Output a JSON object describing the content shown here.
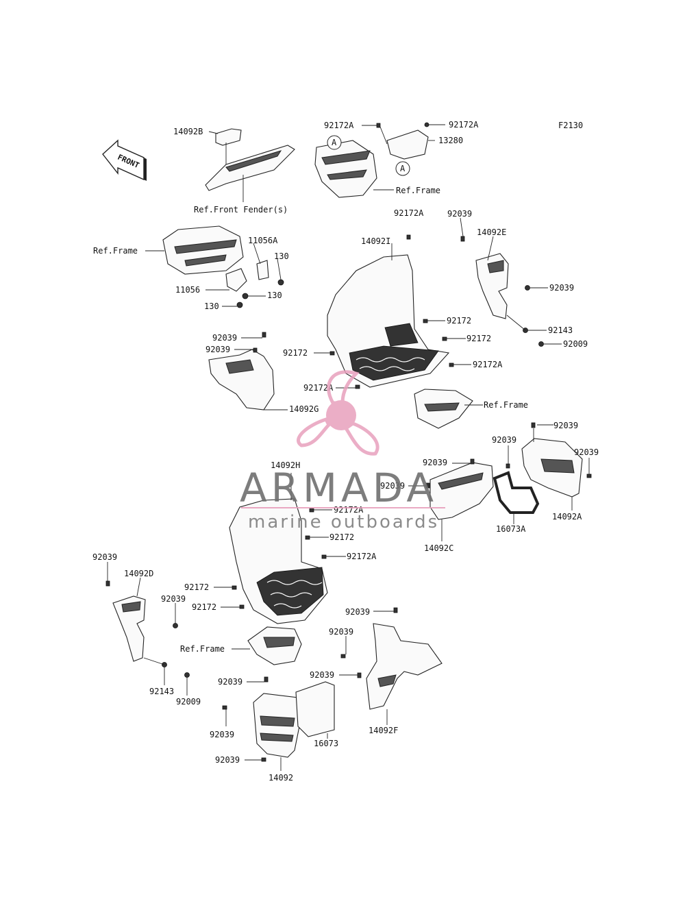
{
  "diagram_code": "F2130",
  "front_arrow_text": "FRONT",
  "callout_letter": "A",
  "watermark": {
    "brand": "ARMADA",
    "tagline": "marine outboards",
    "color_logo": "#e8a0bd",
    "color_text": "#6f6f6f"
  },
  "labels": {
    "p14092B": "14092B",
    "ref_front_fender": "Ref.Front Fender(s)",
    "p92172A_top_left": "92172A",
    "p92172A_top_right": "92172A",
    "p13280": "13280",
    "ref_frame_top": "Ref.Frame",
    "p92172A_mid": "92172A",
    "p92039_e_top": "92039",
    "p14092E": "14092E",
    "ref_frame_left": "Ref.Frame",
    "p11056A": "11056A",
    "p130_a": "130",
    "p11056": "11056",
    "p130_b": "130",
    "p130_c": "130",
    "p14092I": "14092I",
    "p92039_e_mid": "92039",
    "p92143_e": "92143",
    "p92009_e": "92009",
    "p92172_c1": "92172",
    "p92172_c2": "92172",
    "p92172A_c3": "92172A",
    "p92039_g1": "92039",
    "p92039_g2": "92039",
    "p92172_g3": "92172",
    "p92172A_g4": "92172A",
    "ref_frame_mid": "Ref.Frame",
    "p14092G": "14092G",
    "p92039_a1": "92039",
    "p92039_a2": "92039",
    "p92039_a3": "92039",
    "p92039_c_left": "92039",
    "p14092H": "14092H",
    "p92039_c_mid": "92039",
    "p92172A_h1": "92172A",
    "p14092A": "14092A",
    "p16073A": "16073A",
    "p14092C": "14092C",
    "p92172_h2": "92172",
    "p92172A_h3": "92172A",
    "p92039_d1": "92039",
    "p14092D": "14092D",
    "p92172_h4": "92172",
    "p92039_d2": "92039",
    "p92172_h5": "92172",
    "ref_frame_bottom": "Ref.Frame",
    "p92039_f1": "92039",
    "p92039_f2": "92039",
    "p92143_d": "92143",
    "p92009_d": "92009",
    "p92039_b1": "92039",
    "p92039_f3": "92039",
    "p92039_b2": "92039",
    "p16073": "16073",
    "p14092F": "14092F",
    "p92039_b3": "92039",
    "p14092": "14092"
  }
}
